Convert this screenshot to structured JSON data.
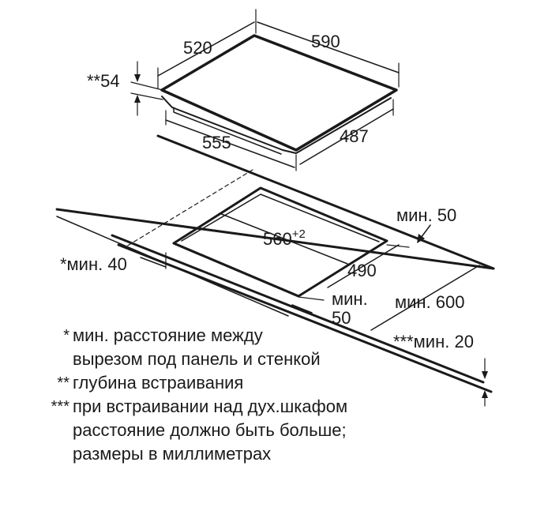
{
  "hob": {
    "width": "590",
    "depth": "520",
    "height": "**54",
    "underside_width": "555",
    "underside_depth": "487"
  },
  "cutout": {
    "width_base": "560",
    "width_tolerance": "+2",
    "depth": "490",
    "min_back": "мин. 50",
    "min_front_1": "мин.",
    "min_front_2": "50",
    "min_side": "*мин. 40",
    "min_depth_worktop": "мин. 600",
    "min_bottom": "***мин. 20"
  },
  "notes": [
    {
      "mark": "*",
      "lines": [
        "мин. расстояние между",
        "вырезом под панель и стенкой"
      ]
    },
    {
      "mark": "**",
      "lines": [
        "глубина встраивания"
      ]
    },
    {
      "mark": "***",
      "lines": [
        "при встраивании над дух.шкафом",
        "расстояние должно быть больше;",
        "размеры в миллиметрах"
      ]
    }
  ]
}
